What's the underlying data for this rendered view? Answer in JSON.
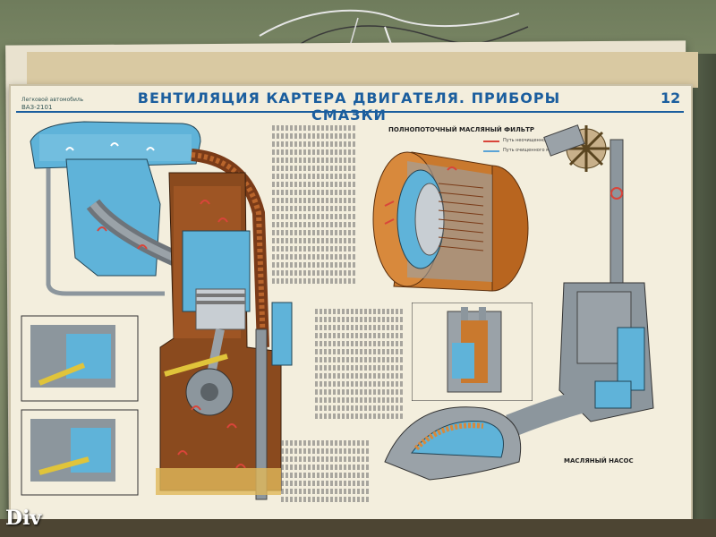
{
  "poster": {
    "title": "ВЕНТИЛЯЦИЯ КАРТЕРА ДВИГАТЕЛЯ. ПРИБОРЫ СМАЗКИ",
    "number": "12",
    "corner_line1": "Легковой автомобиль",
    "corner_line2": "ВАЗ-2101",
    "filter_label": "ПОЛНОПОТОЧНЫЙ МАСЛЯНЫЙ ФИЛЬТР",
    "pump_label": "МАСЛЯНЫЙ НАСОС",
    "legend_items": [
      {
        "label": "Путь неочищенного масла",
        "color": "#d9453a"
      },
      {
        "label": "Путь очищенного масла",
        "color": "#5aa3d6"
      }
    ]
  },
  "watermark": "Div",
  "colors": {
    "title_blue": "#1b5e9e",
    "engine_blue": "#5fb3d9",
    "oil_brown": "#8a4a1e",
    "filter_copper": "#c9792e",
    "metal_gray": "#8c969d"
  }
}
